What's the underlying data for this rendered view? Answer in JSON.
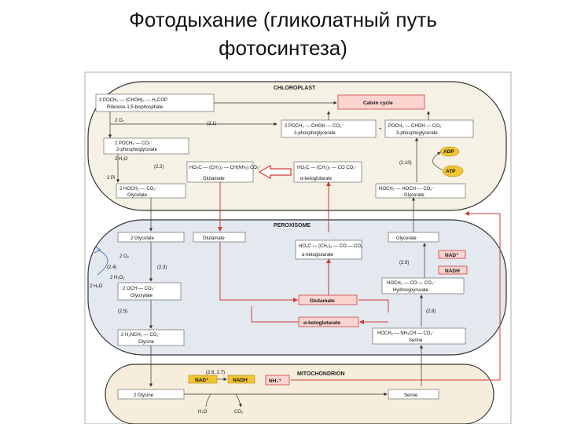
{
  "title": {
    "line1": "Фотодыхание (гликолатный путь",
    "line2": "фотосинтеза)"
  },
  "compartments": {
    "chloroplast": "CHLOROPLAST",
    "peroxisome": "PEROXISOME",
    "mitochondrion": "MITOCHONDRION"
  },
  "chloroplast": {
    "rubp_formula": "2 POCH₂ — (CHOH)₂ — H₂COP",
    "rubp_name": "Ribulose-1,5-bisphosphate",
    "calvin": "Calvin cycle",
    "o2": "2 O₂",
    "step_21": "(2.1)",
    "pgly_formula": "2 POCH₂ — CO₂⁻",
    "pgly_name": "2-phosphoglycolate",
    "h2o": "2 H₂O",
    "step_22": "(2.2)",
    "pi": "2 Pi",
    "glycolate_formula": "2 HOCH₂ — CO₂⁻",
    "glycolate_name": "Glycolate",
    "pga1_formula": "2 POCH₂ — CHOH — CO₂⁻",
    "pga_name1": "3-phosphoglycerate",
    "plus": "+",
    "pga2_formula": "POCH₂ — CHOH — CO₂⁻",
    "pga_name2": "3-phosphoglycerate",
    "adp": "ADP",
    "atp": "ATP",
    "step_210": "(2.10)",
    "glu_formula": "HO₂C — (CH₂)₂ — CH(NH₂) CO₂⁻",
    "glu_name": "Glutamate",
    "akg_formula": "HO₂C — (CH₂)₂ — CO CO₂⁻",
    "akg_name": "α-ketoglutarate",
    "glycerate_formula": "HOCH₂ — HOCH — CO₂⁻",
    "glycerate_name": "Glycerate"
  },
  "peroxisome": {
    "glycolate": "2 Glycolate",
    "glutamate": "Glutamate",
    "glycerate": "Glycerate",
    "o2": "2 O₂",
    "step_24": "(2.4)",
    "step_23": "(2.3)",
    "h2o2": "2 H₂O₂",
    "h2o": "2 H₂O",
    "glyoxylate_formula": "2 OCH — CO₂⁻",
    "glyoxylate_name": "Glyoxylate",
    "akg_formula": "HO₂C — (CH₂)₂ — CO — CO₂",
    "akg_name": "α-ketoglutarate",
    "nadplus": "NAD⁺",
    "nadh": "NADH",
    "step_29": "(2.9)",
    "hpyr_formula": "HOCH₂ — CO — CO₂⁻",
    "hpyr_name": "Hydroxypyruvate",
    "glutamate2": "Glutamate",
    "akg2": "α-ketoglutarate",
    "step_25": "(2.5)",
    "step_28": "(2.8)",
    "glycine_formula": "2 H₂NCH₂ — CO₂⁻",
    "glycine_name": "Glycine",
    "serine_formula": "HOCH₂ — NH₃CH — CO₂⁻",
    "serine_name": "Serine"
  },
  "mitochondrion": {
    "steps": "(2.6, 2.7)",
    "nadplus": "NAD⁺",
    "nadh": "NADH",
    "nh4": "NH₄⁺",
    "glycine": "2 Glycine",
    "serine": "Serine",
    "h2o": "H₂O",
    "co2": "CO₂"
  },
  "colors": {
    "chloroplast_fill": "#f5f1e4",
    "peroxisome_fill": "#e3e9ef",
    "mito_fill": "#f6eddc",
    "arrow_red": "#d23a3a",
    "enzyme_yellow": "#f2c530"
  }
}
